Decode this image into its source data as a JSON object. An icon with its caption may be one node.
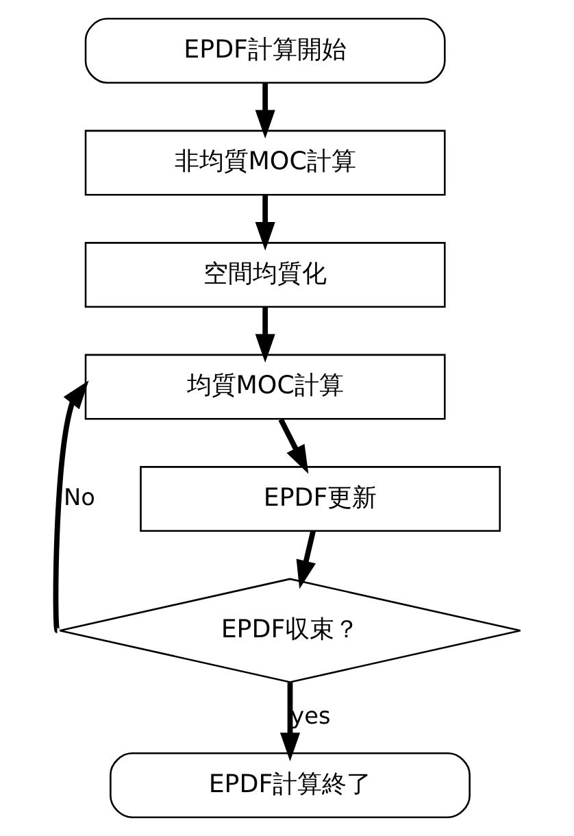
{
  "diagram": {
    "nodes": [
      {
        "text": [
          "EPDF計算開始"
        ]
      },
      {
        "text": [
          "非均質MOC計算"
        ]
      },
      {
        "text": [
          "空間均質化"
        ]
      },
      {
        "text": [
          "均質MOC計算"
        ]
      },
      {
        "text": [
          "EPDF更新"
        ]
      },
      {
        "text": [
          "EPDF収束？"
        ]
      },
      {
        "text": [
          "EPDF計算終了"
        ]
      }
    ],
    "edges": [
      {
        "from": 0,
        "to": 1,
        "arrow": "to"
      },
      {
        "from": 1,
        "to": 2,
        "arrow": "to"
      },
      {
        "from": 2,
        "to": 3,
        "arrow": "to"
      },
      {
        "from": 3,
        "to": 4,
        "arrow": "to"
      },
      {
        "from": 4,
        "to": 5,
        "arrow": "to"
      },
      {
        "from": 5,
        "to": 6,
        "arrow": "to",
        "label": "yes"
      },
      {
        "from": 5,
        "to": 3,
        "arrow": "to",
        "label": "No"
      }
    ]
  }
}
